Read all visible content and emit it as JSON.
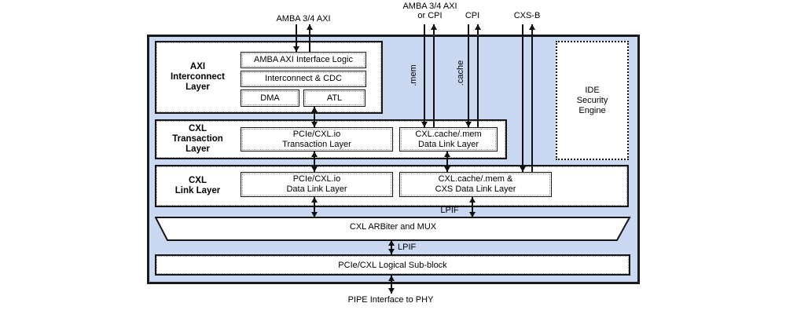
{
  "ports": {
    "amba_axi": "AMBA 3/4 AXI",
    "amba_axi_or_cpi": "AMBA 3/4 AXI\nor CPI",
    "cpi": "CPI",
    "cxs_b": "CXS-B",
    "pipe_phy": "PIPE Interface to PHY"
  },
  "signals": {
    "mem": ".mem",
    "cache": ".cache",
    "lpif_upper": "LPIF",
    "lpif_lower": "LPIF"
  },
  "layers": {
    "axi_interconnect": {
      "label": "AXI\nInterconnect\nLayer",
      "amba_axi_logic": "AMBA AXI Interface Logic",
      "interconnect_cdc": "Interconnect & CDC",
      "dma": "DMA",
      "atl": "ATL"
    },
    "cxl_transaction": {
      "label": "CXL\nTransaction\nLayer",
      "pcie_cxlio_tl": "PCIe/CXL.io\nTransaction Layer",
      "cxl_cachemem_dll": "CXL.cache/.mem\nData Link Layer"
    },
    "cxl_link": {
      "label": "CXL\nLink Layer",
      "pcie_cxlio_dll": "PCIe/CXL.io\nData Link Layer",
      "cxl_cachemem_cxs_dll": "CXL.cache/.mem &\nCXS Data Link Layer"
    },
    "arb_mux": "CXL ARBiter and MUX",
    "logical_subblock": "PCIe/CXL Logical Sub-block",
    "ide_security_engine": "IDE\nSecurity\nEngine"
  },
  "colors": {
    "panel_fill": "#cbd8f1",
    "box_fill": "#ffffff",
    "line": "#111111"
  }
}
